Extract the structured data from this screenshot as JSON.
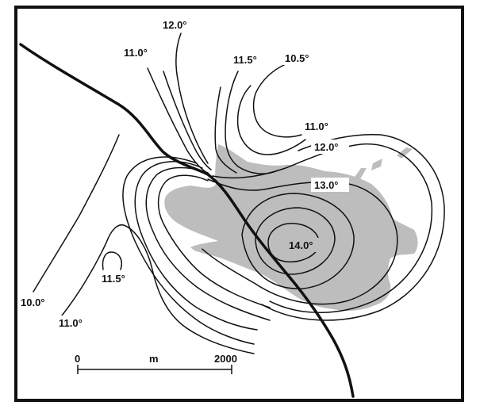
{
  "map": {
    "frame_color": "#111111",
    "shade_color": "#bdbdbd",
    "contour_labels": {
      "c12_0_north": "12.0°",
      "c11_0_north": "11.0°",
      "c11_5_north": "11.5°",
      "c10_5": "10.5°",
      "c11_0_east": "11.0°",
      "c12_0_east": "12.0°",
      "c13_0": "13.0°",
      "c14_0": "14.0°",
      "c11_5_south": "11.5°",
      "c10_0": "10.0°",
      "c11_0_south": "11.0°"
    },
    "scale_bar": {
      "start_label": "0",
      "unit_label": "m",
      "end_label": "2000",
      "length_m": 2000
    }
  }
}
